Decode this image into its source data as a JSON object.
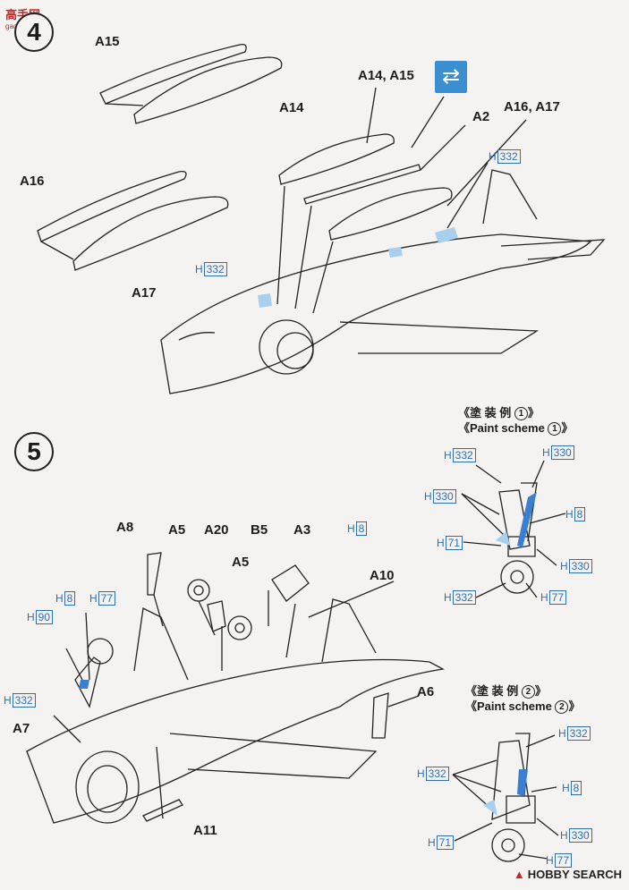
{
  "watermark_top": {
    "text": "高手网",
    "sub": "gao-shou.com"
  },
  "watermark_bottom": {
    "text": "HOBBY SEARCH"
  },
  "step4": {
    "number": "4"
  },
  "step5": {
    "number": "5"
  },
  "labels4": {
    "a15": "A15",
    "a14": "A14",
    "a14a15": "A14, A15",
    "a2": "A2",
    "a16a17": "A16, A17",
    "a16": "A16",
    "a17": "A17"
  },
  "labels5": {
    "a8": "A8",
    "a5": "A5",
    "a20": "A20",
    "b5": "B5",
    "a3": "A3",
    "a5b": "A5",
    "a10": "A10",
    "a7": "A7",
    "a6": "A6",
    "a11": "A11"
  },
  "hpre": "H",
  "codes": {
    "c332": "332",
    "c330": "330",
    "c8": "8",
    "c71": "71",
    "c77": "77",
    "c90": "90"
  },
  "scheme1": {
    "jp": "《塗 装 例",
    "num": "1",
    "en": "《Paint scheme"
  },
  "scheme2": {
    "jp": "《塗 装 例",
    "num": "2",
    "en": "《Paint scheme"
  },
  "icons": {
    "swap": "swap-arrows-icon"
  },
  "colors": {
    "callout_blue": "#2e6fb2",
    "icon_blue": "#3b8fd1",
    "line": "#222222"
  }
}
